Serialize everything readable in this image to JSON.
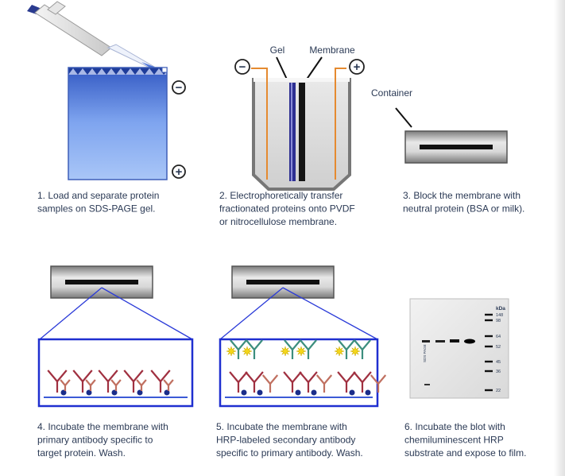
{
  "labels": {
    "gel": "Gel",
    "membrane": "Membrane",
    "container": "Container",
    "minus": "−",
    "plus": "+",
    "kda": "kDa",
    "sds_page": "SDS PAGE"
  },
  "markers": [
    "148",
    "98",
    "64",
    "52",
    "45",
    "36",
    "22"
  ],
  "captions": [
    [
      "1. Load and separate protein",
      "samples on SDS-PAGE gel."
    ],
    [
      "2. Electrophoretically transfer",
      "fractionated proteins onto PVDF",
      "or nitrocellulose membrane."
    ],
    [
      "3. Block the membrane with",
      "neutral protein (BSA or milk)."
    ],
    [
      "4. Incubate the membrane with",
      "primary antibody specific to",
      "target protein. Wash."
    ],
    [
      "5. Incubate the membrane with",
      "HRP-labeled secondary antibody",
      "specific to primary antibody. Wash."
    ],
    [
      "6. Incubate the blot with",
      "chemiluminescent HRP",
      "substrate and expose to film."
    ]
  ],
  "colors": {
    "text": "#2b3a55",
    "gel_blue": "#5b86e0",
    "frame_blue": "#1f2fd0",
    "antibody_red": "#a03040",
    "antibody_navy": "#1a2d8a",
    "antibody_green": "#3c8e7e",
    "hrp_yellow": "#f4d61a",
    "wire_orange": "#e58a30"
  }
}
